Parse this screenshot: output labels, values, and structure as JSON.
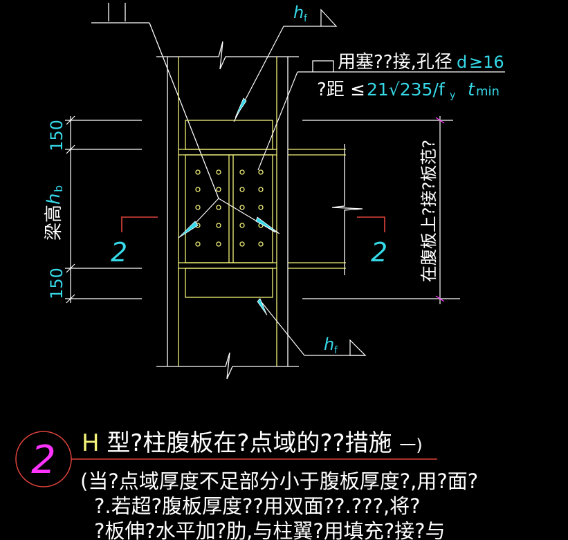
{
  "colors": {
    "background": "#000000",
    "white": "#ffffff",
    "yellow": "#f3f37a",
    "cyan": "#36d9e8",
    "red": "#e0433c",
    "magenta": "#ff33ff"
  },
  "labels": {
    "hf_top": "h",
    "hf_top_sub": "f",
    "hf_bottom": "h",
    "hf_bottom_sub": "f",
    "plug_weld_text": "用塞??接,孔径",
    "plug_weld_d": "d",
    "plug_weld_ge16": "≥16",
    "spacing_prefix": "?距 ≤",
    "spacing_formula": "21√235/f",
    "spacing_formula_sub": "y",
    "spacing_tmin_t": "t",
    "spacing_tmin_sub": "min",
    "dim_top": "150",
    "dim_bottom": "150",
    "beam_height_cn": "梁高",
    "beam_height_h": "h",
    "beam_height_sub": "b",
    "section_left": "2",
    "section_right": "2",
    "right_vertical_text": "在腹板上?接?板范?"
  },
  "caption": {
    "circle_number": "2",
    "title_prefix": "H",
    "title_rest": "型?柱腹板在?点域的??措施",
    "title_suffix": "一)",
    "line1": "(当?点域厚度不足部分小于腹板厚度?,用?面?",
    "line2": "?.若超?腹板厚度??用双面??.???,将?",
    "line3": "?板伸?水平加?肋,与柱翼?用填充?接?与"
  }
}
